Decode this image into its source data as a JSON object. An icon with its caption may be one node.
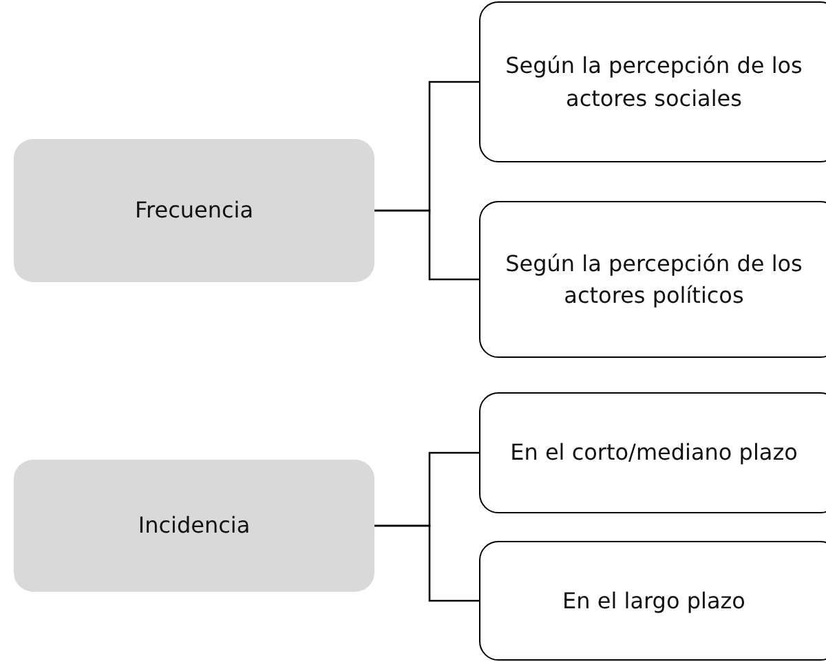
{
  "diagram": {
    "nodes": [
      {
        "text": [
          "Frecuencia"
        ]
      },
      {
        "text": [
          "Según la percepción de los actores sociales"
        ]
      },
      {
        "text": [
          "Según la percepción de los actores políticos"
        ]
      },
      {
        "text": [
          "Incidencia"
        ]
      },
      {
        "text": [
          "En el corto/mediano plazo"
        ]
      },
      {
        "text": [
          "En el largo plazo"
        ]
      }
    ],
    "edges": [
      {
        "from": 0,
        "to": 1,
        "arrow": "none"
      },
      {
        "from": 0,
        "to": 2,
        "arrow": "none"
      },
      {
        "from": 3,
        "to": 4,
        "arrow": "none"
      },
      {
        "from": 3,
        "to": 5,
        "arrow": "none"
      }
    ]
  }
}
